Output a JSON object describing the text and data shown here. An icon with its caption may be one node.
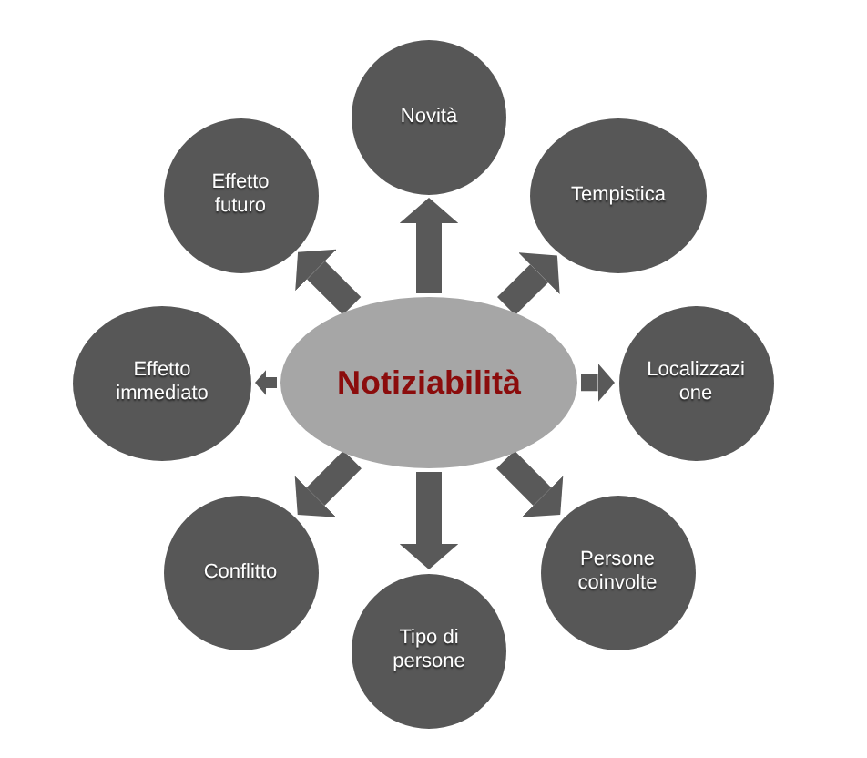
{
  "diagram": {
    "nodes": [
      {
        "text": [
          "Novità"
        ]
      },
      {
        "text": [
          "Effetto futuro"
        ]
      },
      {
        "text": [
          "Tempistica"
        ]
      },
      {
        "text": [
          "Effetto immediato"
        ]
      },
      {
        "text": [
          "Notiziabilità"
        ]
      },
      {
        "text": [
          "Localizzazi one"
        ]
      },
      {
        "text": [
          "Conflitto"
        ]
      },
      {
        "text": [
          "Persone coinvolte"
        ]
      },
      {
        "text": [
          "Tipo di persone"
        ]
      }
    ],
    "edges": [
      {
        "from": 4,
        "to": 0,
        "arrow": "to"
      },
      {
        "from": 4,
        "to": 1,
        "arrow": "to"
      },
      {
        "from": 4,
        "to": 2,
        "arrow": "to"
      },
      {
        "from": 4,
        "to": 3,
        "arrow": "to"
      },
      {
        "from": 4,
        "to": 5,
        "arrow": "to"
      },
      {
        "from": 4,
        "to": 6,
        "arrow": "to"
      },
      {
        "from": 4,
        "to": 7,
        "arrow": "to"
      },
      {
        "from": 4,
        "to": 8,
        "arrow": "to"
      }
    ]
  }
}
